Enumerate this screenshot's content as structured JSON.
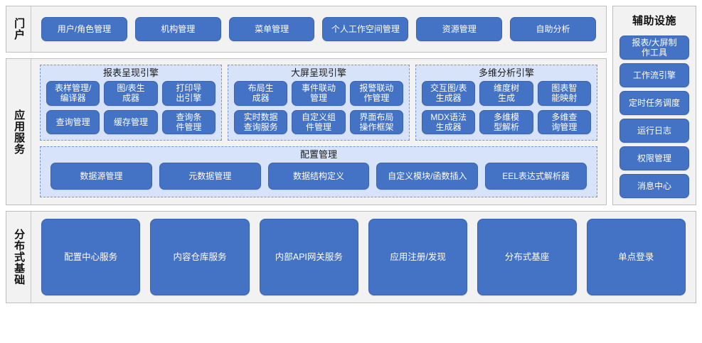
{
  "portal": {
    "label": "门户",
    "items": [
      {
        "label": "用户/角色管理"
      },
      {
        "label": "机构管理"
      },
      {
        "label": "菜单管理"
      },
      {
        "label": "个人工作空间管理"
      },
      {
        "label": "资源管理"
      },
      {
        "label": "自助分析"
      }
    ]
  },
  "app_services": {
    "label": "应用服务",
    "engines": [
      {
        "title": "报表呈现引擎",
        "items": [
          {
            "label": "表样管理/\n编译器"
          },
          {
            "label": "图/表生\n成器"
          },
          {
            "label": "打印导\n出引擎"
          },
          {
            "label": "查询管理"
          },
          {
            "label": "缓存管理"
          },
          {
            "label": "查询条\n件管理"
          }
        ]
      },
      {
        "title": "大屏呈现引擎",
        "items": [
          {
            "label": "布局生\n成器"
          },
          {
            "label": "事件联动\n管理"
          },
          {
            "label": "报警联动\n作管理"
          },
          {
            "label": "实时数据\n查询服务"
          },
          {
            "label": "自定义组\n件管理"
          },
          {
            "label": "界面布局\n操作框架"
          }
        ]
      },
      {
        "title": "多维分析引擎",
        "items": [
          {
            "label": "交互图/表\n生成器"
          },
          {
            "label": "维度树\n生成"
          },
          {
            "label": "图表智\n能映射"
          },
          {
            "label": "MDX语法\n生成器"
          },
          {
            "label": "多维模\n型解析"
          },
          {
            "label": "多维查\n询管理"
          }
        ]
      }
    ],
    "config": {
      "title": "配置管理",
      "items": [
        {
          "label": "数据源管理"
        },
        {
          "label": "元数据管理"
        },
        {
          "label": "数据结构定义"
        },
        {
          "label": "自定义模块/函数插入"
        },
        {
          "label": "EEL表达式解析器"
        }
      ]
    }
  },
  "auxiliary": {
    "title": "辅助设施",
    "items": [
      {
        "label": "报表/大屏制\n作工具"
      },
      {
        "label": "工作流引擎"
      },
      {
        "label": "定时任务调度"
      },
      {
        "label": "运行日志"
      },
      {
        "label": "权限管理"
      },
      {
        "label": "消息中心"
      }
    ]
  },
  "distributed": {
    "label": "分布式基础",
    "items": [
      {
        "label": "配置中心服务"
      },
      {
        "label": "内容仓库服务"
      },
      {
        "label": "内部API网关服务"
      },
      {
        "label": "应用注册/发现"
      },
      {
        "label": "分布式基座"
      },
      {
        "label": "单点登录"
      }
    ]
  },
  "colors": {
    "button_blue": "#4472C4",
    "panel_blue": "#D7E3F8",
    "panel_border": "#7596D0",
    "section_bg": "#F2F2F2",
    "section_border": "#BFBFBF"
  }
}
